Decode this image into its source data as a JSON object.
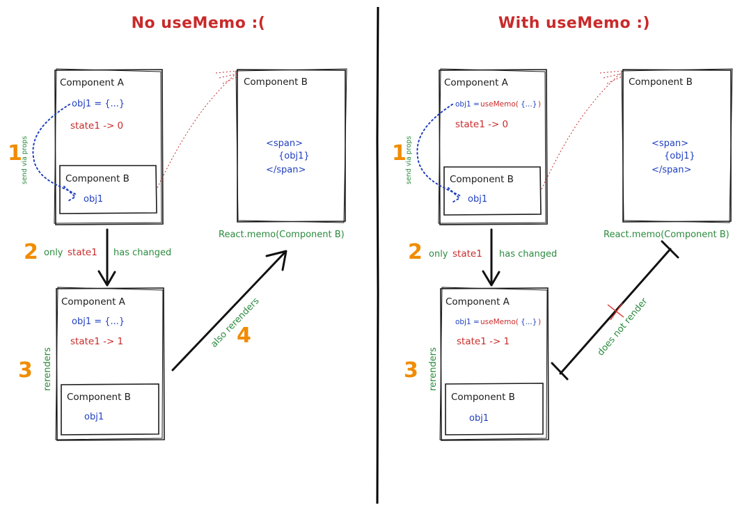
{
  "left": {
    "title": "No useMemo :(",
    "compA_top": {
      "title": "Component A",
      "obj": "obj1 = {...}",
      "state": "state1 -> 0",
      "inner_title": "Component B",
      "inner_obj": "obj1"
    },
    "compB_right": {
      "title": "Component B",
      "span_open": "<span>",
      "span_obj": "{obj1}",
      "span_close": "</span>",
      "memo": "React.memo(Component B)"
    },
    "step1": "1",
    "send_via_props": "send via props",
    "step2": "2",
    "changed_only": "only",
    "changed_state": "state1",
    "changed_rest": "has changed",
    "step3": "3",
    "rerenders": "rerenders",
    "compA_bottom": {
      "title": "Component A",
      "obj": "obj1 = {...}",
      "state": "state1 -> 1",
      "inner_title": "Component B",
      "inner_obj": "obj1"
    },
    "step4": "4",
    "also_rerenders": "also rerenders"
  },
  "right": {
    "title": "With useMemo :)",
    "compA_top": {
      "title": "Component A",
      "obj_prefix": "obj1 =",
      "obj_memo": "useMemo(",
      "obj_braces": "{...}",
      "obj_close": ")",
      "state": "state1 -> 0",
      "inner_title": "Component B",
      "inner_obj": "obj1"
    },
    "compB_right": {
      "title": "Component B",
      "span_open": "<span>",
      "span_obj": "{obj1}",
      "span_close": "</span>",
      "memo": "React.memo(Component B)"
    },
    "step1": "1",
    "send_via_props": "send via props",
    "step2": "2",
    "changed_only": "only",
    "changed_state": "state1",
    "changed_rest": "has changed",
    "step3": "3",
    "rerenders": "rerenders",
    "compA_bottom": {
      "title": "Component A",
      "obj_prefix": "obj1 =",
      "obj_memo": "useMemo(",
      "obj_braces": "{...}",
      "obj_close": ")",
      "state": "state1 -> 1",
      "inner_title": "Component B",
      "inner_obj": "obj1"
    },
    "does_not_render": "does not render"
  },
  "colors": {
    "title_red": "#c92a2a",
    "code_blue": "#1f3fbf",
    "note_green": "#2b8a3e",
    "step_orange": "#f08c00",
    "ink": "#1a1a1a"
  }
}
